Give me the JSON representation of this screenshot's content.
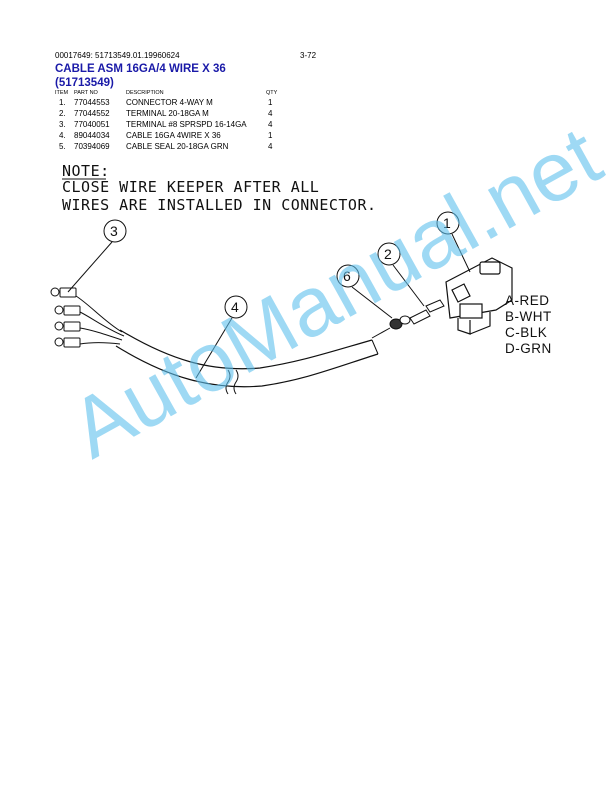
{
  "header": {
    "doc_id": "00017649: 51713549.01.19960624",
    "page_number": "3-72",
    "title_line1": "CABLE ASM 16GA/4 WIRE X 36",
    "title_line2": "(51713549)"
  },
  "parts_table": {
    "columns": {
      "item": "ITEM",
      "part_no": "PART NO",
      "description": "DESCRIPTION",
      "qty": "QTY"
    },
    "rows": [
      {
        "item": "1.",
        "part_no": "77044553",
        "description": "CONNECTOR 4-WAY M",
        "qty": "1"
      },
      {
        "item": "2.",
        "part_no": "77044552",
        "description": "TERMINAL 20-18GA M",
        "qty": "4"
      },
      {
        "item": "3.",
        "part_no": "77040051",
        "description": "TERMINAL #8 SPRSPD 16-14GA",
        "qty": "4"
      },
      {
        "item": "4.",
        "part_no": "89044034",
        "description": "CABLE 16GA 4WIRE X 36",
        "qty": "1"
      },
      {
        "item": "5.",
        "part_no": "70394069",
        "description": "CABLE SEAL 20-18GA GRN",
        "qty": "4"
      }
    ]
  },
  "diagram": {
    "note_heading": "NOTE:",
    "note_line1": "CLOSE WIRE KEEPER AFTER ALL",
    "note_line2": "WIRES ARE INSTALLED IN CONNECTOR.",
    "callouts": [
      "1",
      "2",
      "3",
      "4",
      "6"
    ],
    "wire_colors": [
      "A-RED",
      "B-WHT",
      "C-BLK",
      "D-GRN"
    ]
  },
  "watermark": {
    "text": "AutoManual.net",
    "color": "#5ec0ec"
  }
}
